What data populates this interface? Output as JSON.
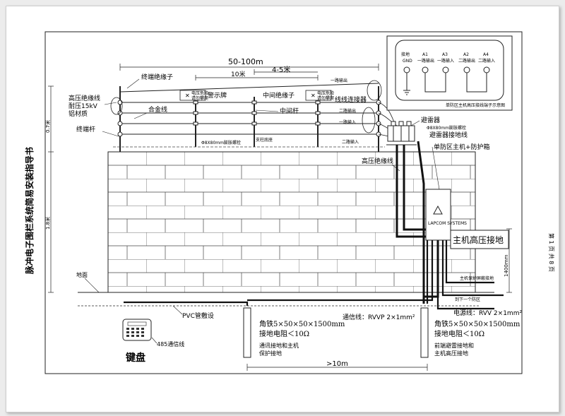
{
  "side": {
    "title": "脉冲电子围栏系统简易安装指导书",
    "page": "第 1 页 共 8 页"
  },
  "dims": {
    "span": "50-100m",
    "post_spacing": "4-5米",
    "insulator_spacing": "10米",
    "fence_height": "0.7米",
    "wall_height": "1.8米",
    "box_height": "1400mm",
    "ground_distance": ">10m"
  },
  "labels": {
    "end_insulator": "终端绝缘子",
    "hv_wire_1": "高压绝缘线",
    "hv_wire_2": "耐压15kV",
    "hv_wire_3": "铝材质",
    "alloy_wire": "合金线",
    "end_post": "终端杆",
    "warning_sign": "警示牌",
    "mid_insulator": "中间绝缘子",
    "mid_post": "中间杆",
    "wire_connector": "线线连接器",
    "out1": "一路输出",
    "out2": "二路输出",
    "in1": "一路输入",
    "in2": "二路输入",
    "arrester": "避雷器",
    "arrester_ground": "避雷器接地线",
    "host_box": "单防区主机+防护箱",
    "hv_wire_lead": "高压绝缘线",
    "host_hv_ground": "主机高压接地",
    "shield_ground": "主机保护屏蔽接地",
    "next_zone": "到下一个防区",
    "power_line": "电源线：RVV 2×1mm²",
    "comm_line": "通信线：RVVP 2×1mm²",
    "pvc": "PVC管敷设",
    "bus485": "485通信线",
    "keyboard": "键盘",
    "ground_level": "地面",
    "bolt1": "Φ8X80mm膨胀螺栓",
    "bolt2": "Φ8X80mm膨胀螺栓",
    "post_base": "支柱底座",
    "angle_iron": "角铁5×50×50×1500mm",
    "resistance": "接地电阻＜10Ω",
    "comm_ground_1": "通讯接地和主机",
    "comm_ground_2": "保护接地",
    "front_ground_1": "前端避雷接地和",
    "front_ground_2": "主机高压接地",
    "sign_text_1": "电压危险",
    "sign_text_2": "请勿攀爬",
    "host_small": "LAPCOM SYSTEMS",
    "term_caption": "单防区主机高压接线端子示意图"
  },
  "terminals": [
    {
      "name": "接地",
      "sub": "GND"
    },
    {
      "name": "A1",
      "sub": "一路输出"
    },
    {
      "name": "A3",
      "sub": "一路输入"
    },
    {
      "name": "A2",
      "sub": "二路输出"
    },
    {
      "name": "A4",
      "sub": "二路输入"
    }
  ]
}
